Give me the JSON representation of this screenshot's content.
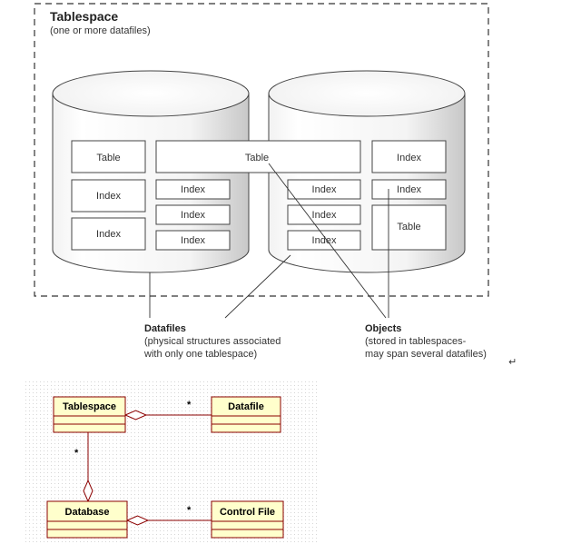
{
  "tablespace": {
    "title": "Tablespace",
    "subtitle": "(one or more datafiles)"
  },
  "left_cylinder": {
    "cells": [
      "Table",
      "Index",
      "Index"
    ]
  },
  "spanning_table": {
    "label": "Table"
  },
  "middle_index": {
    "labels": [
      "Index",
      "Index",
      "Index"
    ]
  },
  "right_cylinder": {
    "left_column": [
      "Index",
      "Index",
      "Index"
    ],
    "right_column": [
      "Index",
      "Index",
      "Table"
    ]
  },
  "datafiles_note": {
    "heading": "Datafiles",
    "line1": "(physical structures associated",
    "line2": "with only one tablespace)"
  },
  "objects_note": {
    "heading": "Objects",
    "line1": "(stored in tablespaces-",
    "line2": "may span several datafiles)"
  },
  "return_mark": "↵",
  "uml": {
    "tablespace": "Tablespace",
    "datafile": "Datafile",
    "database": "Database",
    "control_file": "Control File",
    "mult_datafile": "*",
    "mult_database": "*",
    "mult_control": "*"
  },
  "colors": {
    "uml_fill": "#ffffcc",
    "uml_border": "#8b0000",
    "uml_line": "#8b0000"
  }
}
